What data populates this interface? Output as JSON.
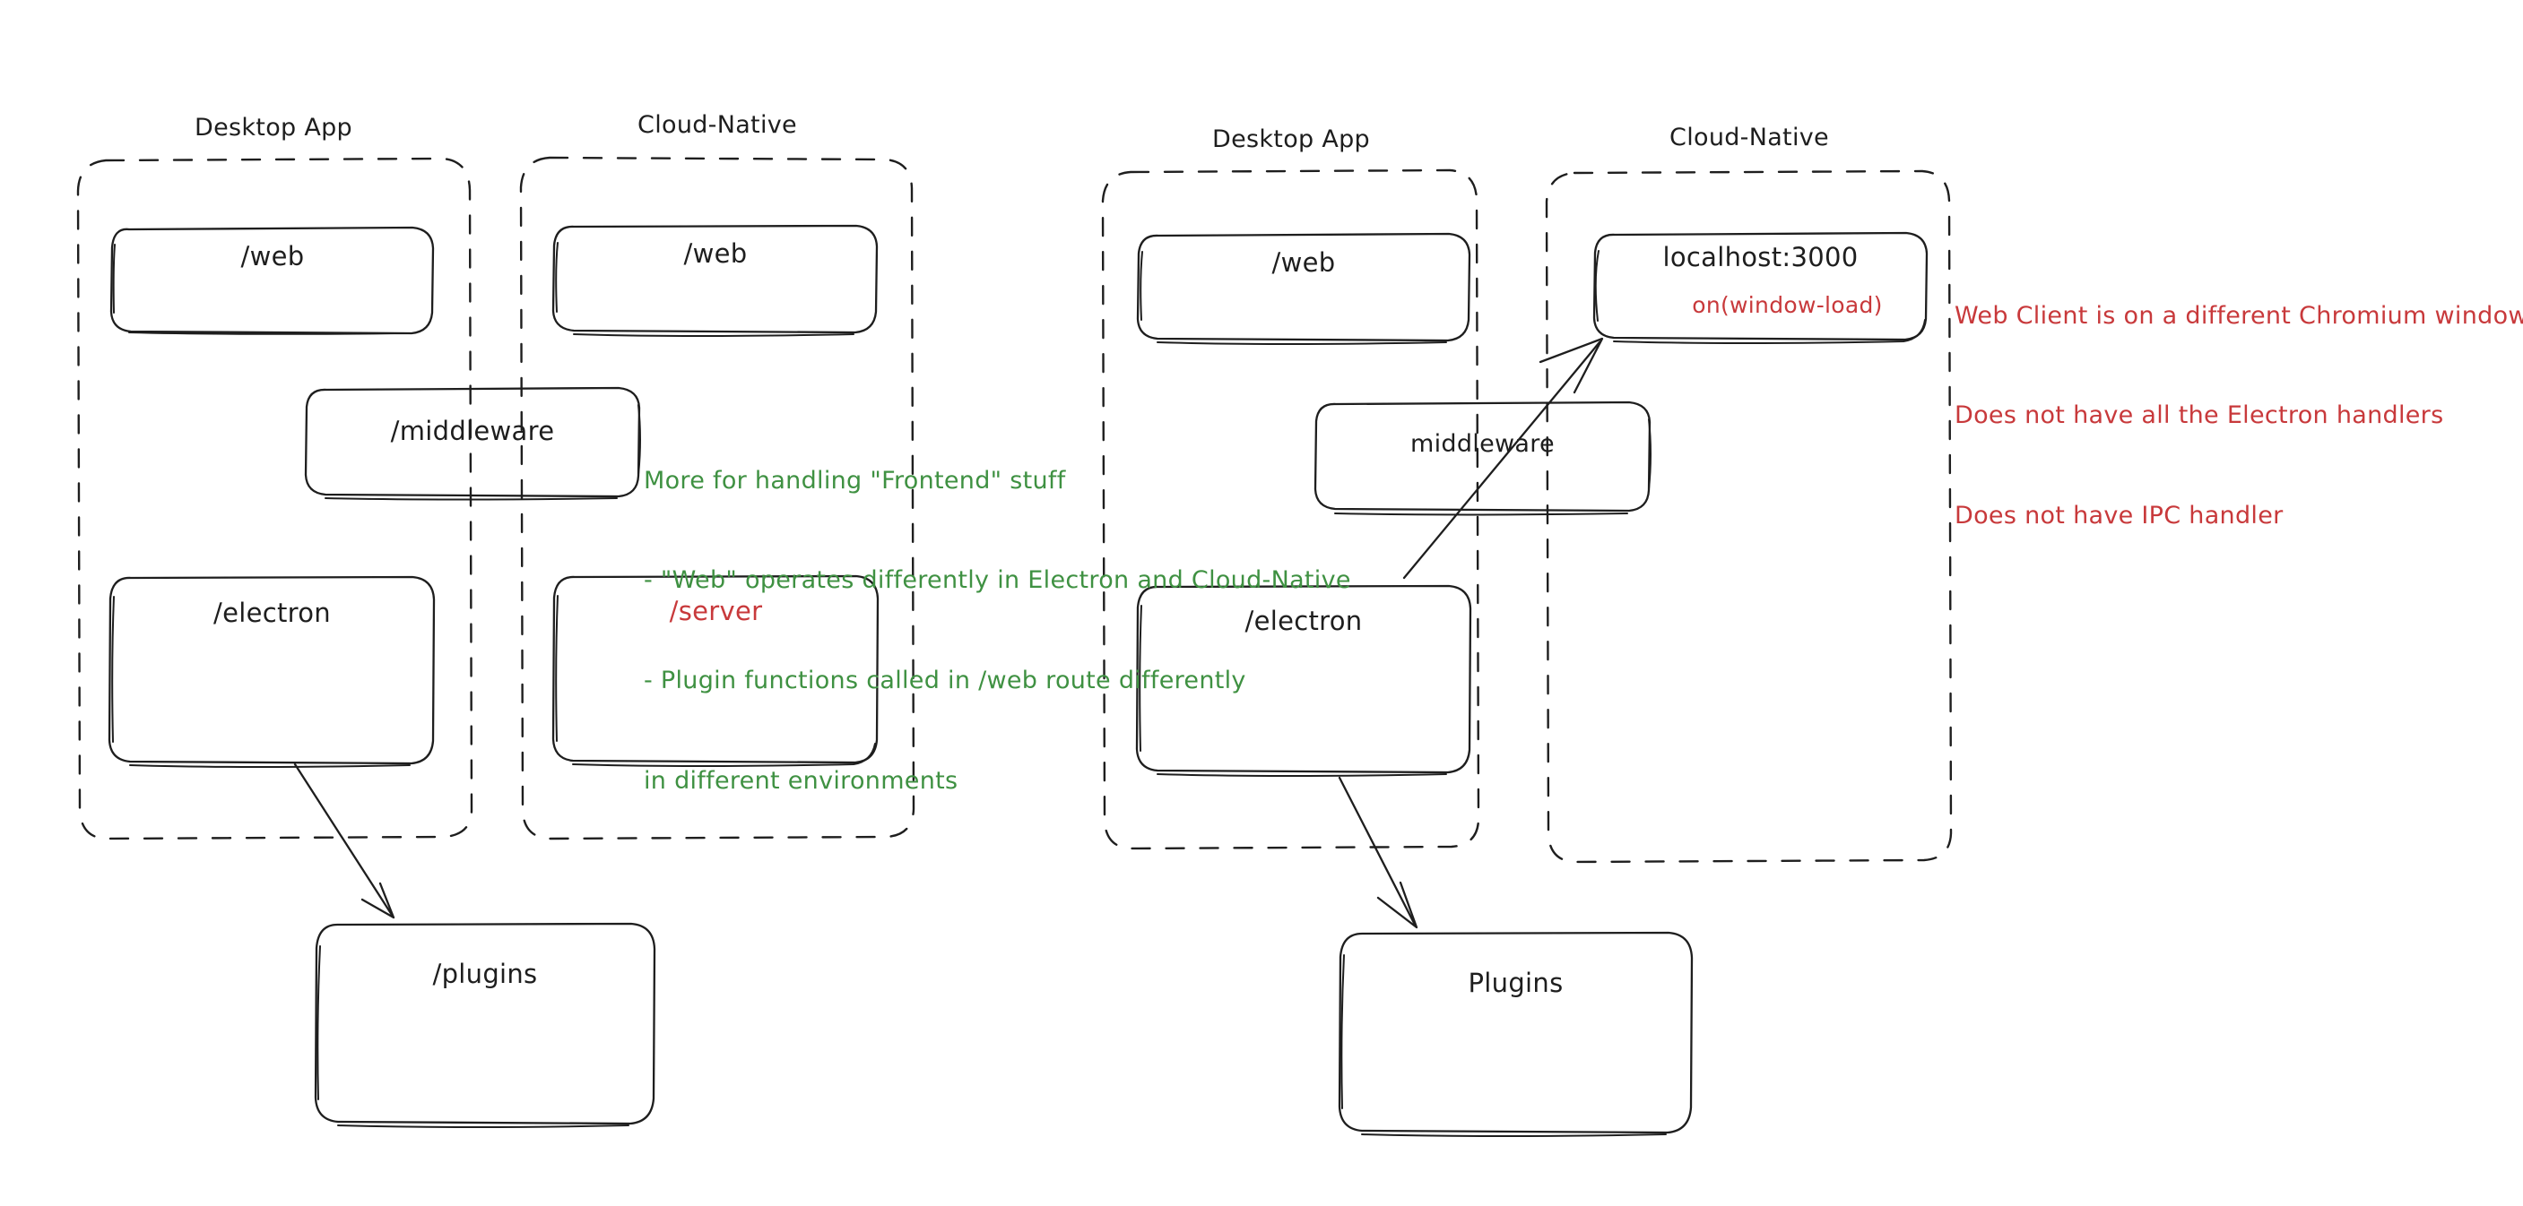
{
  "diagram": {
    "style": "hand-drawn-excalidraw",
    "background": "#ffffff",
    "colors": {
      "stroke": "#1e1e1e",
      "green": "#3f9142",
      "red": "#c8393b"
    },
    "left_diagram": {
      "groups": [
        {
          "title": "Desktop App",
          "nodes": [
            "/web",
            "/middleware",
            "/electron"
          ]
        },
        {
          "title": "Cloud-Native",
          "nodes": [
            "/web",
            "/middleware",
            "/server"
          ]
        }
      ],
      "nodes": {
        "desktop_web": "/web",
        "cloud_web": "/web",
        "middleware": "/middleware",
        "electron": "/electron",
        "server": "/server",
        "plugins": "/plugins"
      },
      "annotation_green": [
        "More for handling \"Frontend\" stuff",
        "- \"Web\" operates differently in Electron and Cloud-Native",
        "- Plugin functions called in /web route differently",
        "in different environments"
      ],
      "arrows": [
        {
          "from": "/electron",
          "to": "/plugins"
        }
      ]
    },
    "right_diagram": {
      "groups": [
        {
          "title": "Desktop App",
          "nodes": [
            "/web",
            "middleware",
            "/electron"
          ]
        },
        {
          "title": "Cloud-Native",
          "nodes": [
            "localhost:3000"
          ]
        }
      ],
      "nodes": {
        "desktop_web": "/web",
        "localhost": "localhost:3000",
        "localhost_sub": "on(window-load)",
        "middleware": "middleware",
        "electron": "/electron",
        "plugins": "Plugins"
      },
      "annotation_red": [
        "Web Client is on a different Chromium window",
        "Does not have all the Electron handlers",
        "Does not have IPC handler"
      ],
      "arrows": [
        {
          "from": "/electron",
          "to": "localhost:3000"
        },
        {
          "from": "/electron",
          "to": "Plugins"
        }
      ]
    }
  }
}
